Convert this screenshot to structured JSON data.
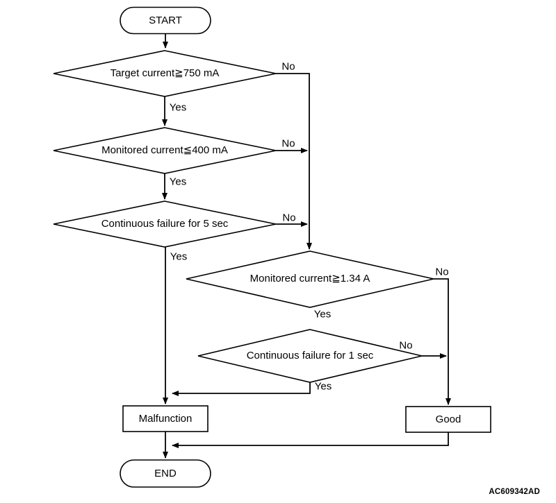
{
  "flowchart": {
    "start_label": "START",
    "end_label": "END",
    "decisions": [
      {
        "label": "Target current≧750 mA",
        "yes_label": "Yes",
        "no_label": "No"
      },
      {
        "label": "Monitored current≦400 mA",
        "yes_label": "Yes",
        "no_label": "No"
      },
      {
        "label": "Continuous failure for 5 sec",
        "yes_label": "Yes",
        "no_label": "No"
      },
      {
        "label": "Monitored current≧1.34 A",
        "yes_label": "Yes",
        "no_label": "No"
      },
      {
        "label": "Continuous failure for 1 sec",
        "yes_label": "Yes",
        "no_label": "No"
      }
    ],
    "outcomes": {
      "malfunction": "Malfunction",
      "good": "Good"
    },
    "watermark": "AC609342AD",
    "colors": {
      "line": "#000000",
      "background": "#ffffff",
      "text": "#000000"
    }
  }
}
